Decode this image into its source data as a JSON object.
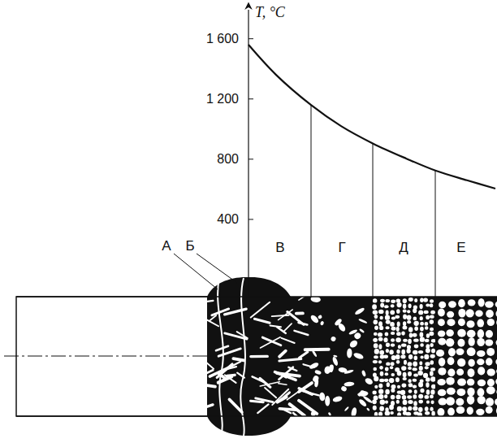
{
  "diagram": {
    "labels": [
      "T, °C",
      "1 600",
      "1 200",
      "800",
      "400",
      "А",
      "Б",
      "В",
      "Г",
      "Д",
      "Е"
    ]
  }
}
